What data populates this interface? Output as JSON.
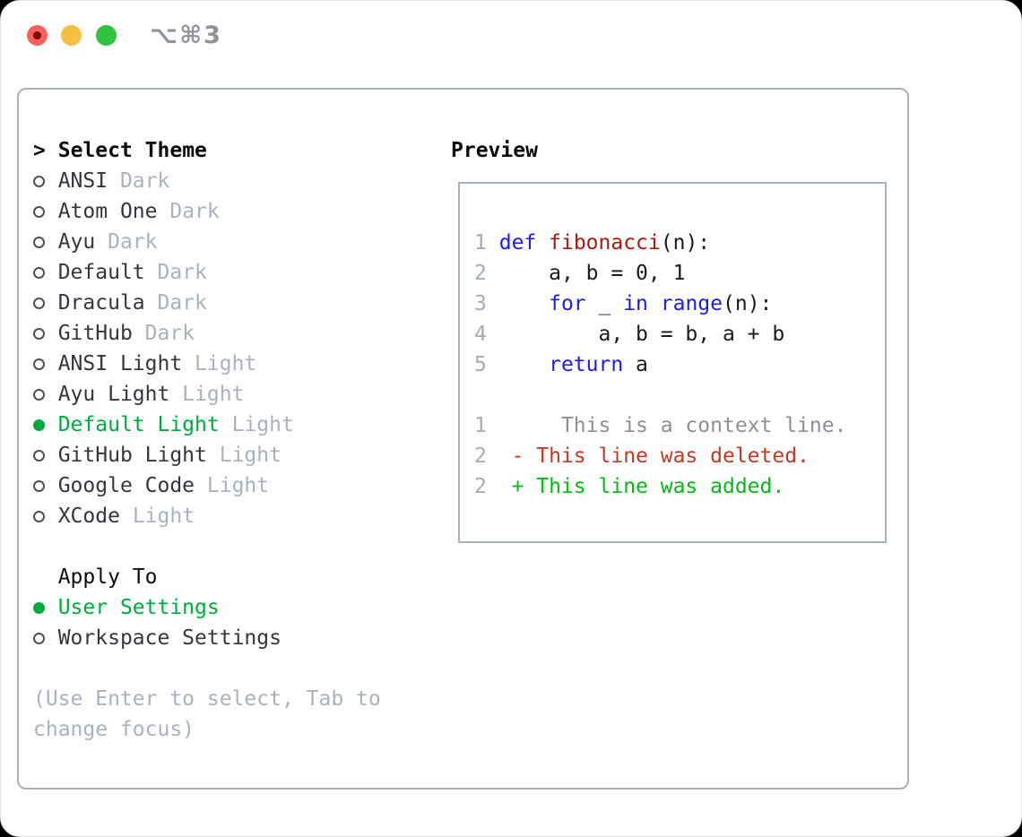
{
  "window": {
    "title": "⌥⌘3"
  },
  "colors": {
    "accent_green": "#00ab3e",
    "keyword_blue": "#1c1ce6",
    "function_red": "#a81a10",
    "deleted_red": "#c13a26",
    "added_green": "#00bd13",
    "muted_gray": "#a9b2bd",
    "context_gray": "#8b9096",
    "text_dark": "#33373d",
    "border_gray": "#a8b0ba"
  },
  "theme_picker": {
    "cursor": ">",
    "title": "Select Theme",
    "themes": [
      {
        "name": "ANSI",
        "tag": "Dark",
        "selected": false
      },
      {
        "name": "Atom One",
        "tag": "Dark",
        "selected": false
      },
      {
        "name": "Ayu",
        "tag": "Dark",
        "selected": false
      },
      {
        "name": "Default",
        "tag": "Dark",
        "selected": false
      },
      {
        "name": "Dracula",
        "tag": "Dark",
        "selected": false
      },
      {
        "name": "GitHub",
        "tag": "Dark",
        "selected": false
      },
      {
        "name": "ANSI Light",
        "tag": "Light",
        "selected": false
      },
      {
        "name": "Ayu Light",
        "tag": "Light",
        "selected": false
      },
      {
        "name": "Default Light",
        "tag": "Light",
        "selected": true
      },
      {
        "name": "GitHub Light",
        "tag": "Light",
        "selected": false
      },
      {
        "name": "Google Code",
        "tag": "Light",
        "selected": false
      },
      {
        "name": "XCode",
        "tag": "Light",
        "selected": false
      }
    ],
    "apply_to": {
      "title": "Apply To",
      "options": [
        {
          "label": "User Settings",
          "selected": true
        },
        {
          "label": "Workspace Settings",
          "selected": false
        }
      ]
    },
    "hint_lines": [
      "(Use Enter to select, Tab to",
      "change focus)"
    ]
  },
  "preview": {
    "title": "Preview",
    "lines": [
      {
        "num": "1",
        "segs": [
          [
            "c-kw",
            "def"
          ],
          [
            "c-plain",
            " "
          ],
          [
            "c-fn",
            "fibonacci"
          ],
          [
            "c-plain",
            "(n):"
          ]
        ]
      },
      {
        "num": "2",
        "segs": [
          [
            "c-plain",
            "    a, b = 0, 1"
          ]
        ]
      },
      {
        "num": "3",
        "segs": [
          [
            "c-plain",
            "    "
          ],
          [
            "c-kw",
            "for"
          ],
          [
            "c-plain",
            " _ "
          ],
          [
            "c-kw",
            "in"
          ],
          [
            "c-plain",
            " "
          ],
          [
            "c-kw",
            "range"
          ],
          [
            "c-plain",
            "(n):"
          ]
        ]
      },
      {
        "num": "4",
        "segs": [
          [
            "c-plain",
            "        a, b = b, a + b"
          ]
        ]
      },
      {
        "num": "5",
        "segs": [
          [
            "c-plain",
            "    "
          ],
          [
            "c-kw",
            "return"
          ],
          [
            "c-plain",
            " a"
          ]
        ]
      },
      {
        "num": "",
        "segs": []
      },
      {
        "num": "1",
        "segs": [
          [
            "c-ctx",
            "     This is a context line."
          ]
        ]
      },
      {
        "num": "2",
        "segs": [
          [
            "c-del",
            " - This line was deleted."
          ]
        ]
      },
      {
        "num": "2",
        "segs": [
          [
            "c-add",
            " + This line was added."
          ]
        ]
      }
    ]
  }
}
